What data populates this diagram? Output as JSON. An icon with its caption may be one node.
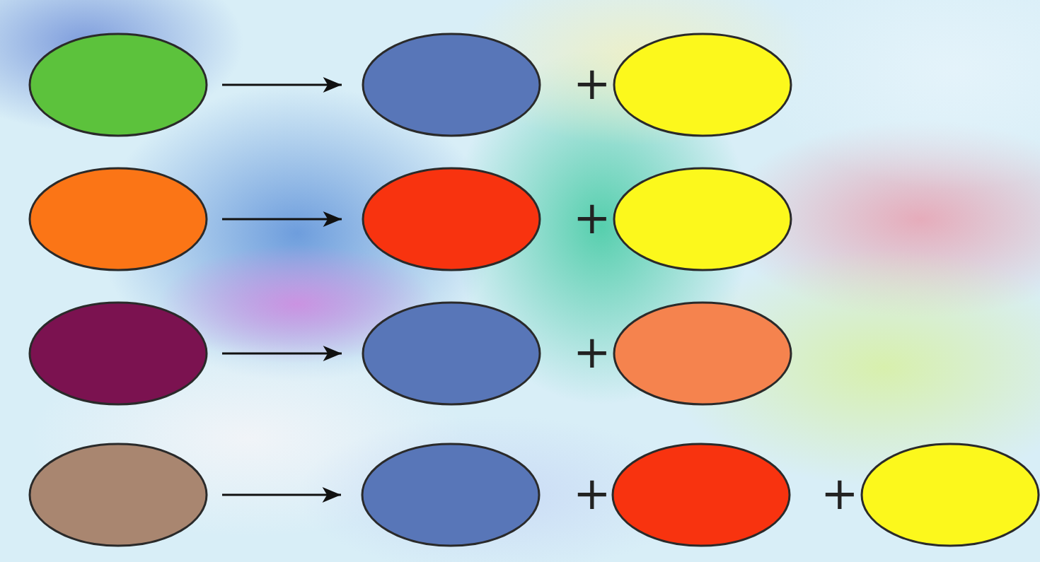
{
  "diagram": {
    "nodes": [
      {
        "text": [],
        "shape": "ellipse"
      },
      {
        "text": [],
        "shape": "ellipse"
      },
      {
        "text": [],
        "shape": "ellipse"
      },
      {
        "text": [],
        "shape": "ellipse"
      },
      {
        "text": [],
        "shape": "ellipse"
      },
      {
        "text": [],
        "shape": "ellipse"
      },
      {
        "text": [],
        "shape": "ellipse"
      },
      {
        "text": [],
        "shape": "ellipse"
      },
      {
        "text": [],
        "shape": "ellipse"
      },
      {
        "text": [],
        "shape": "ellipse"
      },
      {
        "text": [],
        "shape": "ellipse"
      },
      {
        "text": [],
        "shape": "ellipse"
      },
      {
        "text": [],
        "shape": "ellipse"
      }
    ],
    "edges": [
      {
        "from": 0,
        "to": 1,
        "arrow": "to"
      },
      {
        "from": 3,
        "to": 4,
        "arrow": "to"
      },
      {
        "from": 6,
        "to": 7,
        "arrow": "to"
      },
      {
        "from": 9,
        "to": 10,
        "arrow": "to"
      }
    ],
    "labels": [
      "+",
      "+",
      "+",
      "+",
      "+"
    ]
  }
}
